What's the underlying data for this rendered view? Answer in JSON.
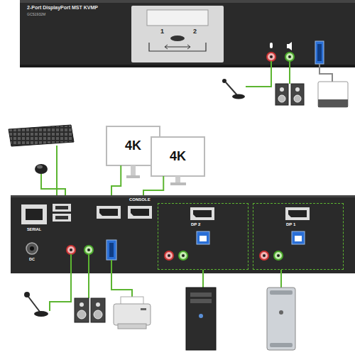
{
  "diagram": {
    "nodes": [
      {
        "text": [
          "2-Port DisplayPort MST KVMP",
          "GCS1932M"
        ]
      },
      {
        "text": [
          "4K"
        ]
      },
      {
        "text": [
          "4K"
        ]
      },
      {
        "text": [
          "CONSOLE"
        ]
      },
      {
        "text": [
          "DP 2"
        ],
        "in": 3
      },
      {
        "text": [
          "DP 1"
        ],
        "in": 3
      }
    ],
    "edges": [
      {
        "from": 1,
        "to": 3,
        "arrow": "none"
      },
      {
        "from": 2,
        "to": 3,
        "arrow": "none"
      }
    ],
    "labels": [
      "1",
      "2",
      "SERIAL",
      "DC"
    ]
  }
}
